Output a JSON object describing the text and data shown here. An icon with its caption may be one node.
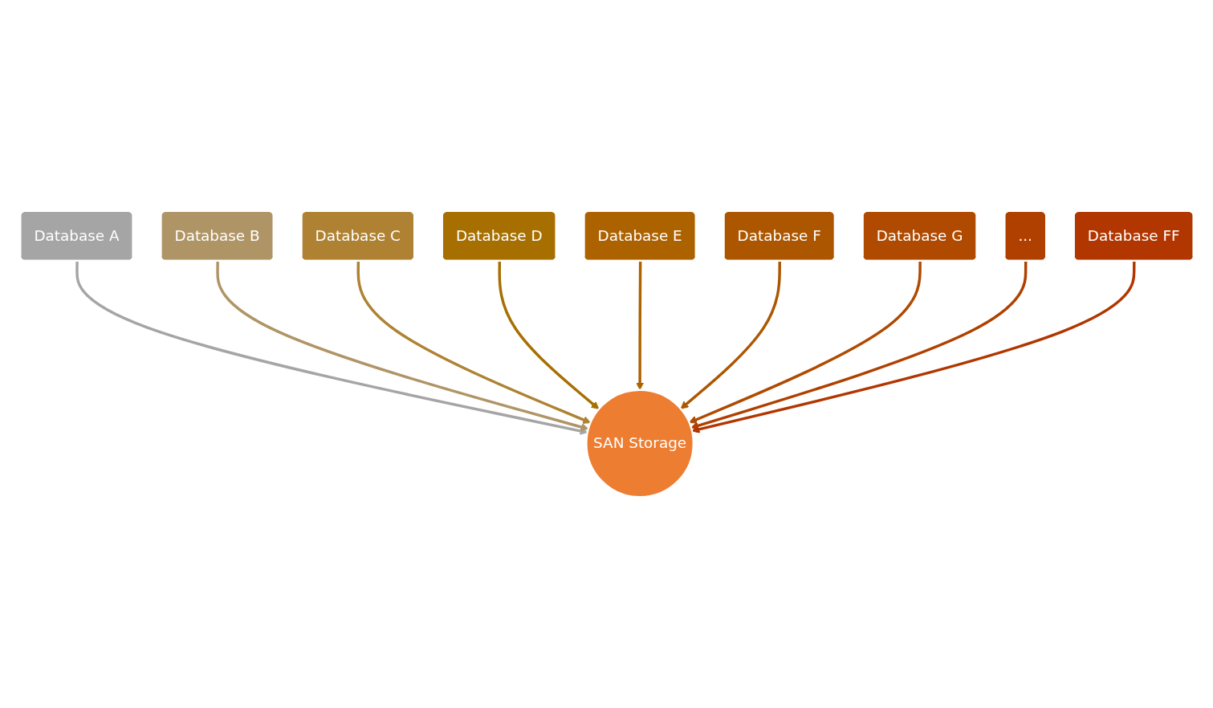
{
  "diagram": {
    "nodes": [
      {
        "text": [
          "Database A"
        ]
      },
      {
        "text": [
          "Database B"
        ]
      },
      {
        "text": [
          "Database C"
        ]
      },
      {
        "text": [
          "Database D"
        ]
      },
      {
        "text": [
          "Database E"
        ]
      },
      {
        "text": [
          "Database F"
        ]
      },
      {
        "text": [
          "Database G"
        ]
      },
      {
        "text": [
          "..."
        ]
      },
      {
        "text": [
          "Database FF"
        ]
      },
      {
        "text": [
          "SAN Storage"
        ]
      }
    ],
    "edges": [
      {
        "from": 0,
        "to": 9,
        "arrow": "to",
        "color": "#a5a5a5"
      },
      {
        "from": 1,
        "to": 9,
        "arrow": "to",
        "color": "#af9566"
      },
      {
        "from": 2,
        "to": 9,
        "arrow": "to",
        "color": "#ae8232"
      },
      {
        "from": 3,
        "to": 9,
        "arrow": "to",
        "color": "#a66f00"
      },
      {
        "from": 4,
        "to": 9,
        "arrow": "to",
        "color": "#ad6200"
      },
      {
        "from": 5,
        "to": 9,
        "arrow": "to",
        "color": "#ac5700"
      },
      {
        "from": 6,
        "to": 9,
        "arrow": "to",
        "color": "#af4a00"
      },
      {
        "from": 7,
        "to": 9,
        "arrow": "to",
        "color": "#b04000"
      },
      {
        "from": 8,
        "to": 9,
        "arrow": "to",
        "color": "#b13600"
      }
    ]
  }
}
